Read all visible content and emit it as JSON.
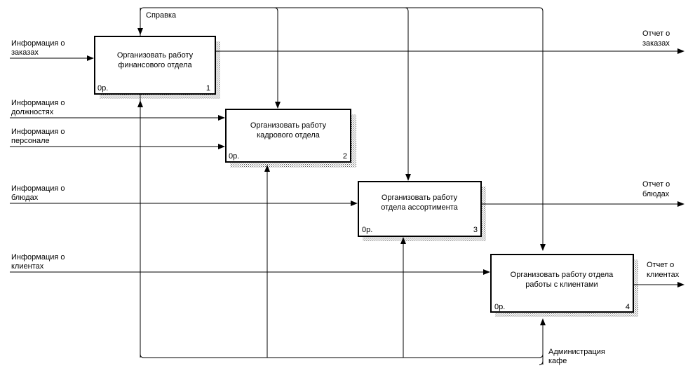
{
  "boxes": [
    {
      "title1": "Организовать работу",
      "title2": "финансового отдела",
      "cost": "0р.",
      "number": "1"
    },
    {
      "title1": "Организовать работу",
      "title2": "кадрового отдела",
      "cost": "0р.",
      "number": "2"
    },
    {
      "title1": "Организовать работу",
      "title2": "отдела ассортимента",
      "cost": "0р.",
      "number": "3"
    },
    {
      "title1": "Организовать работу отдела",
      "title2": "работы с клиентами",
      "cost": "0р.",
      "number": "4"
    }
  ],
  "inputs": [
    {
      "line1": "Информация о",
      "line2": "заказах"
    },
    {
      "line1": "Информация о",
      "line2": "должностях"
    },
    {
      "line1": "Информация о",
      "line2": "персонале"
    },
    {
      "line1": "Информация о",
      "line2": "блюдах"
    },
    {
      "line1": "Информация о",
      "line2": "клиентах"
    }
  ],
  "outputs": [
    {
      "line1": "Отчет о",
      "line2": "заказах"
    },
    {
      "line1": "Отчет о",
      "line2": "блюдах"
    },
    {
      "line1": "Отчет о",
      "line2": "клиентах"
    }
  ],
  "control": {
    "label": "Справка"
  },
  "mechanism": {
    "line1": "Администрация",
    "line2": "кафе"
  }
}
